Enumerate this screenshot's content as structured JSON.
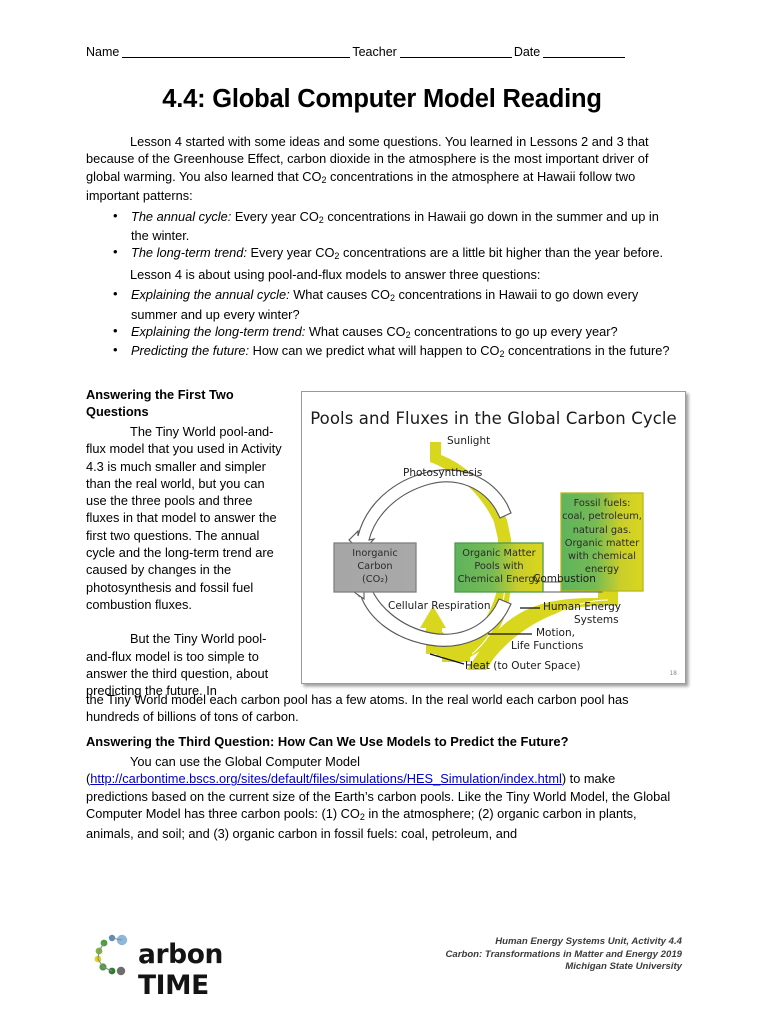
{
  "header": {
    "name_label": "Name",
    "teacher_label": "Teacher",
    "date_label": "Date"
  },
  "title": "4.4: Global Computer Model Reading",
  "intro": {
    "para1_a": "Lesson 4 started with some ideas and some questions.  You learned in Lessons 2 and 3 that because of the Greenhouse Effect, carbon dioxide in the atmosphere is the most important driver of global warming.  You also learned that CO",
    "para1_sub": "2",
    "para1_b": " concentrations in the atmosphere at Hawaii follow two important patterns:",
    "bullets": [
      {
        "italic": "The annual cycle:",
        "rest_a": " Every year CO",
        "sub": "2",
        "rest_b": " concentrations in Hawaii go down in the summer and up in the winter."
      },
      {
        "italic": "The long-term trend:",
        "rest_a": " Every year CO",
        "sub": "2",
        "rest_b": " concentrations are a little bit higher than the year before."
      }
    ],
    "para2": "Lesson 4 is about using pool-and-flux models to answer three questions:",
    "bullets2": [
      {
        "italic": "Explaining the annual cycle:",
        "rest_a": " What causes CO",
        "sub": "2",
        "rest_b": " concentrations in Hawaii to go down every summer and up every winter?"
      },
      {
        "italic": "Explaining the long-term trend:",
        "rest_a": " What causes CO",
        "sub": "2",
        "rest_b": " concentrations to go up every year?"
      },
      {
        "italic": "Predicting the future:",
        "rest_a": " How can we predict what will happen to CO",
        "sub": "2",
        "rest_b": " concentrations in the future?"
      }
    ]
  },
  "section1": {
    "heading": "Answering the First Two Questions",
    "para1": "The Tiny World pool-and-flux model that you used in Activity 4.3 is much smaller and simpler than the real world, but you can use the three pools and three fluxes in that model to answer the first two questions.  The annual cycle and the long-term trend are caused by changes in the photosynthesis and fossil fuel combustion fluxes.",
    "para2": "But the Tiny World pool-and-flux model is too simple to answer the third question, about predicting the future.  In",
    "para2_wrap": "the Tiny World model each carbon pool has a few atoms.  In the real world each carbon pool has hundreds of billions of tons of carbon."
  },
  "section2": {
    "heading": "Answering the Third Question: How Can We Use Models to Predict the Future?",
    "text_a": "You can use the Global Computer Model (",
    "link": "http://carbontime.bscs.org/sites/default/files/simulations/HES_Simulation/index.html",
    "text_b": ") to make predictions based on the current size of the Earth’s carbon pools.  Like the Tiny World Model, the Global Computer Model has three carbon pools: (1) CO",
    "sub": "2",
    "text_c": " in the atmosphere; (2) organic carbon in plants, animals, and soil; and (3) organic carbon in fossil fuels: coal, petroleum, and"
  },
  "figure": {
    "title": "Pools and Fluxes in the Global Carbon Cycle",
    "slide_number": "18",
    "labels": {
      "sunlight": "Sunlight",
      "photosynthesis": "Photosynthesis",
      "cellular_respiration": "Cellular Respiration",
      "combustion": "Combustion",
      "human_energy_1": "Human Energy",
      "human_energy_2": "Systems",
      "motion_1": "Motion,",
      "motion_2": "Life Functions",
      "heat": "Heat (to Outer Space)"
    },
    "boxes": {
      "inorganic": [
        "Inorganic",
        "Carbon",
        "(CO₂)"
      ],
      "organic": [
        "Organic Matter",
        "Pools with",
        "Chemical Energy"
      ],
      "fossil": [
        "Fossil fuels:",
        "coal, petroleum,",
        "natural gas.",
        "Organic matter",
        "with chemical",
        "energy"
      ]
    },
    "colors": {
      "yellow": "#D9D61E",
      "green": "#5FB35C",
      "gray_box": "#A6A6A6",
      "border_gray": "#7F7F7F",
      "arrow_stroke": "#595959"
    }
  },
  "footer": {
    "logo_text": "arbon TIME",
    "lines": [
      "Human Energy Systems Unit, Activity 4.4",
      "Carbon: Transformations in Matter and Energy 2019",
      "Michigan State University"
    ]
  }
}
